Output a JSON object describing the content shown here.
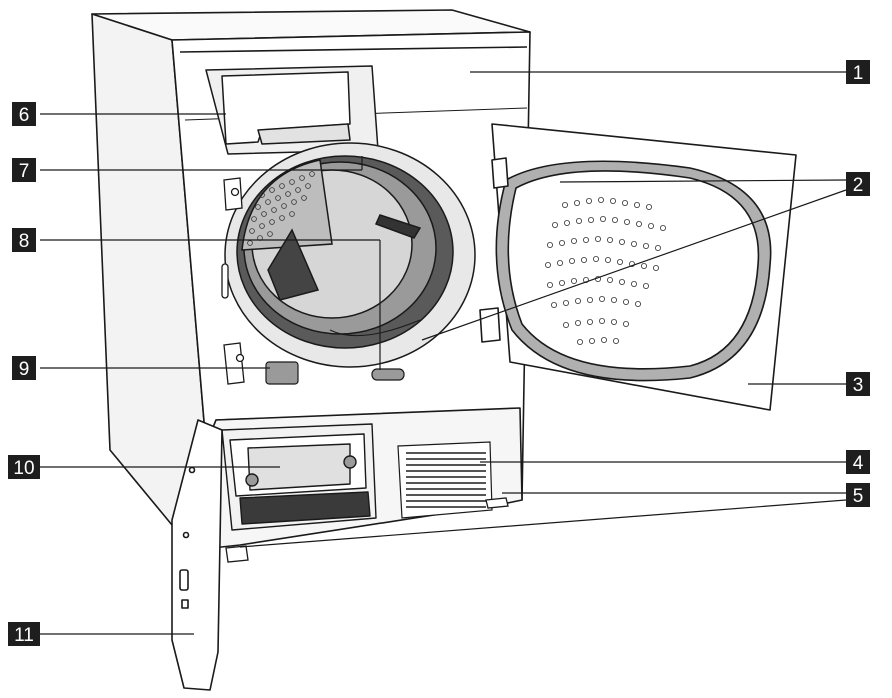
{
  "callouts": [
    {
      "number": "1"
    },
    {
      "number": "2"
    },
    {
      "number": "3"
    },
    {
      "number": "4"
    },
    {
      "number": "5"
    },
    {
      "number": "6"
    },
    {
      "number": "7"
    },
    {
      "number": "8"
    },
    {
      "number": "9"
    },
    {
      "number": "10"
    },
    {
      "number": "11"
    }
  ],
  "colors": {
    "line": "#1a1a1a",
    "body_fill": "#ffffff",
    "shade_light": "#ececec",
    "shade_mid": "#c8c8c8",
    "shade_dark": "#7a7a7a",
    "label_box": "#1e1e1e",
    "label_text": "#ffffff"
  }
}
